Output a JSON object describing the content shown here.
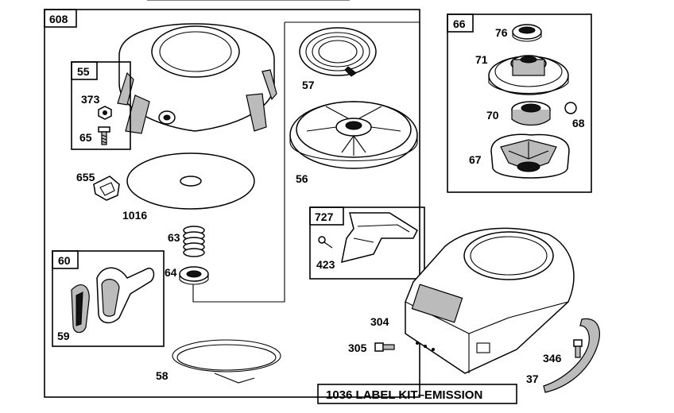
{
  "boxes": {
    "housing_kit": "608",
    "hardware_kit": "55",
    "handle_kit": "60",
    "starter_clutch_kit": "66",
    "guard_kit": "727"
  },
  "parts": {
    "p373": "373",
    "p65": "65",
    "p655": "655",
    "p1016": "1016",
    "p63": "63",
    "p64": "64",
    "p59": "59",
    "p58": "58",
    "p57": "57",
    "p56": "56",
    "p76": "76",
    "p71": "71",
    "p70": "70",
    "p68": "68",
    "p67": "67",
    "p423": "423",
    "p304": "304",
    "p305": "305",
    "p346": "346",
    "p37": "37"
  },
  "banner": "1036 LABEL KIT–EMISSION"
}
